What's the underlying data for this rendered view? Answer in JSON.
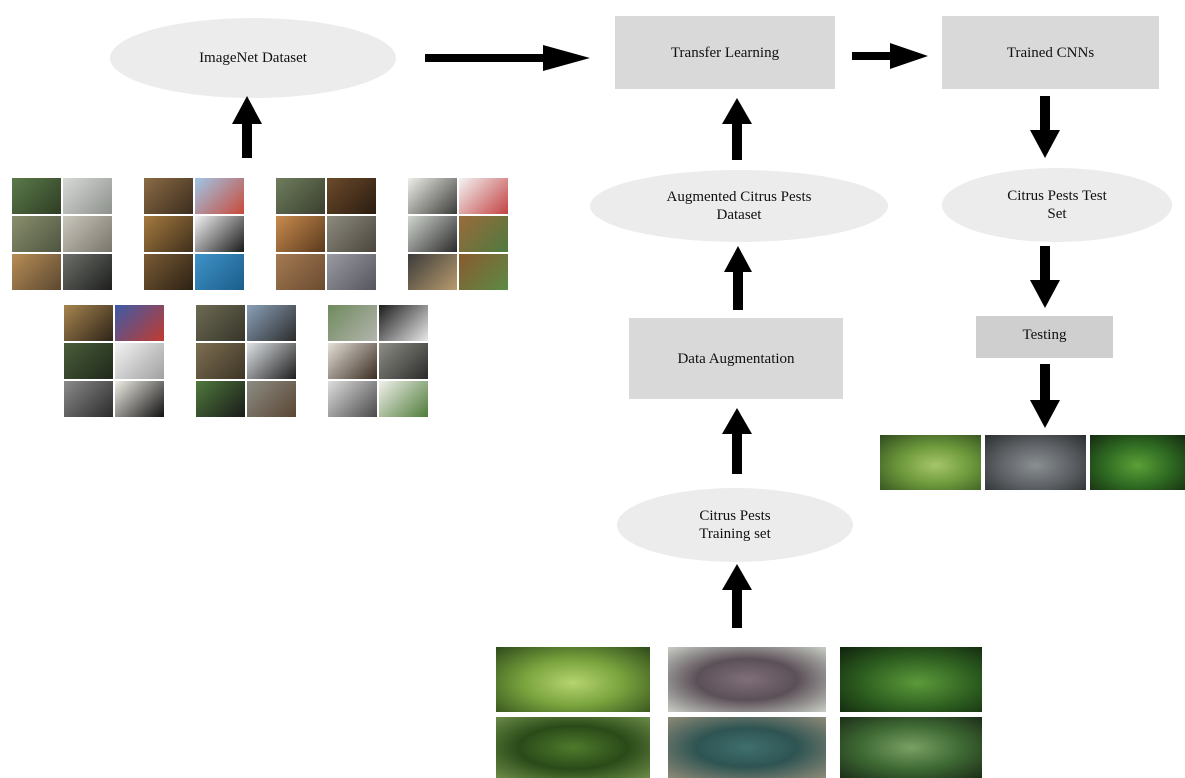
{
  "nodes": {
    "imagenet": "ImageNet Dataset",
    "transfer": "Transfer Learning",
    "trained": "Trained CNNs",
    "augmented": "Augmented Citrus Pests Dataset",
    "test_set": "Citrus Pests Test Set",
    "data_aug": "Data Augmentation",
    "testing": "Testing",
    "training": "Citrus Pests Training set"
  },
  "colors": {
    "node_fill": "#ececec",
    "node_fill_dark": "#d9d9d9",
    "testing_fill": "#cfcfcf",
    "arrow": "#000000"
  }
}
